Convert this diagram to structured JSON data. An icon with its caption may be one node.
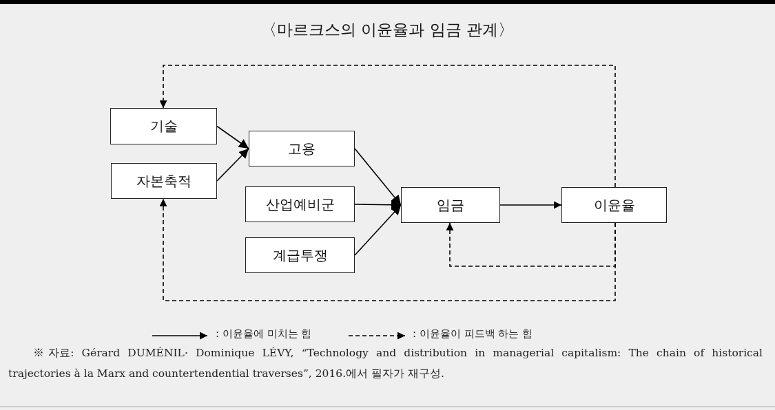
{
  "diagram": {
    "title": "〈마르크스의 이윤율과 임금 관계〉",
    "caption": "※자료: Gérard DUMÉNIL· Dominique LÉVY, “Technology and distribution in managerial capitalism: The chain of historical trajectories à la Marx and countertendential traverses”, 2016.에서 필자가 재구성.",
    "nodes": [
      {
        "text": [
          "기술"
        ]
      },
      {
        "text": [
          "자본축적"
        ]
      },
      {
        "text": [
          "고용"
        ]
      },
      {
        "text": [
          "산업예비군"
        ]
      },
      {
        "text": [
          "계급투쟁"
        ]
      },
      {
        "text": [
          "임금"
        ]
      },
      {
        "text": [
          "이윤율"
        ]
      }
    ],
    "edges": [
      {
        "from": 0,
        "to": 2,
        "arrow": "to"
      },
      {
        "from": 1,
        "to": 2,
        "arrow": "to"
      },
      {
        "from": 2,
        "to": 5,
        "arrow": "to"
      },
      {
        "from": 3,
        "to": 5,
        "arrow": "to"
      },
      {
        "from": 4,
        "to": 5,
        "arrow": "to"
      },
      {
        "from": 5,
        "to": 6,
        "arrow": "to"
      },
      {
        "from": 6,
        "to": 0,
        "arrow": "to",
        "style": "dashed"
      },
      {
        "from": 6,
        "to": 5,
        "arrow": "to",
        "style": "dashed"
      },
      {
        "from": 6,
        "to": 1,
        "arrow": "to",
        "style": "dashed"
      }
    ],
    "legend": [
      {
        "text": ": 이윤율에 미치는 힘"
      },
      {
        "text": ": 이윤율이 피드백 하는 힘"
      }
    ]
  }
}
